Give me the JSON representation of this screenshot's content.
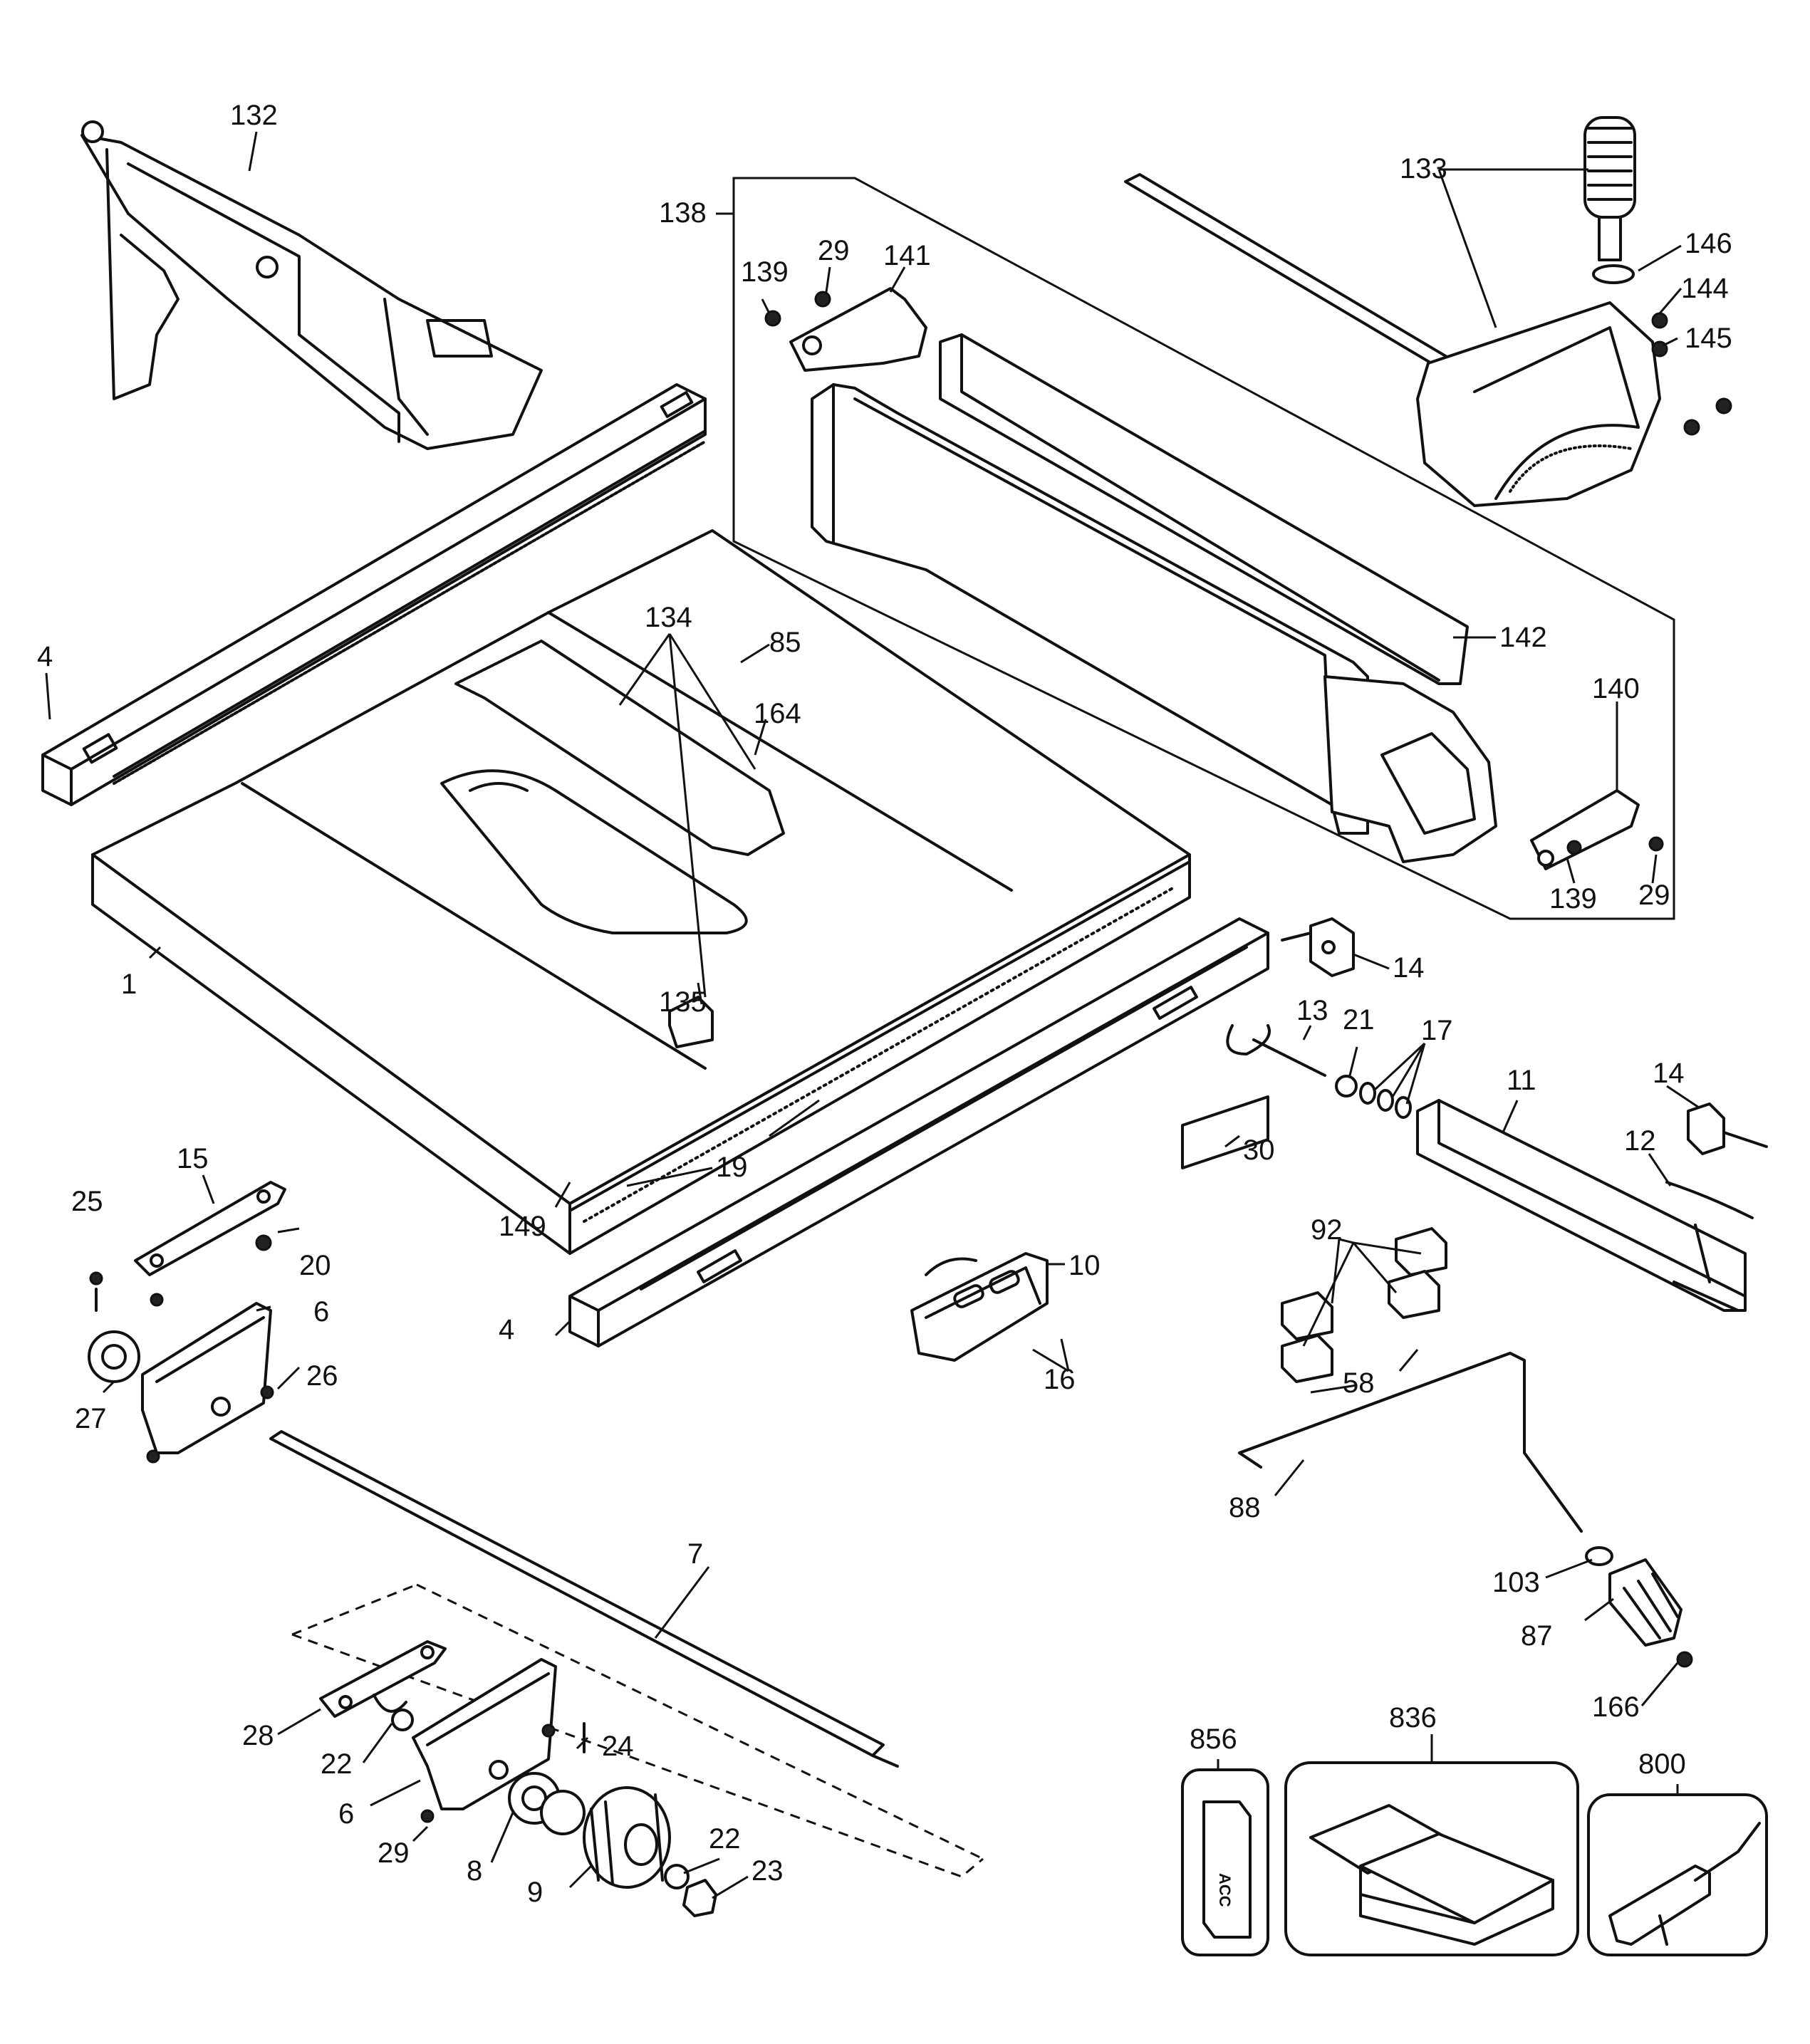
{
  "callouts": [
    {
      "id": "132",
      "label": "132"
    },
    {
      "id": "138",
      "label": "138"
    },
    {
      "id": "139a",
      "label": "139"
    },
    {
      "id": "29a",
      "label": "29"
    },
    {
      "id": "141",
      "label": "141"
    },
    {
      "id": "133",
      "label": "133"
    },
    {
      "id": "146",
      "label": "146"
    },
    {
      "id": "144",
      "label": "144"
    },
    {
      "id": "145",
      "label": "145"
    },
    {
      "id": "134",
      "label": "134"
    },
    {
      "id": "85",
      "label": "85"
    },
    {
      "id": "164",
      "label": "164"
    },
    {
      "id": "142",
      "label": "142"
    },
    {
      "id": "140",
      "label": "140"
    },
    {
      "id": "4a",
      "label": "4"
    },
    {
      "id": "139b",
      "label": "139"
    },
    {
      "id": "29b",
      "label": "29"
    },
    {
      "id": "1",
      "label": "1"
    },
    {
      "id": "135",
      "label": "135"
    },
    {
      "id": "14a",
      "label": "14"
    },
    {
      "id": "13",
      "label": "13"
    },
    {
      "id": "21",
      "label": "21"
    },
    {
      "id": "17",
      "label": "17"
    },
    {
      "id": "11",
      "label": "11"
    },
    {
      "id": "14b",
      "label": "14"
    },
    {
      "id": "19",
      "label": "19"
    },
    {
      "id": "30",
      "label": "30"
    },
    {
      "id": "12",
      "label": "12"
    },
    {
      "id": "15",
      "label": "15"
    },
    {
      "id": "149",
      "label": "149"
    },
    {
      "id": "25",
      "label": "25"
    },
    {
      "id": "20",
      "label": "20"
    },
    {
      "id": "92",
      "label": "92"
    },
    {
      "id": "10",
      "label": "10"
    },
    {
      "id": "6a",
      "label": "6"
    },
    {
      "id": "4b",
      "label": "4"
    },
    {
      "id": "26",
      "label": "26"
    },
    {
      "id": "16",
      "label": "16"
    },
    {
      "id": "58",
      "label": "58"
    },
    {
      "id": "27",
      "label": "27"
    },
    {
      "id": "88",
      "label": "88"
    },
    {
      "id": "7",
      "label": "7"
    },
    {
      "id": "103",
      "label": "103"
    },
    {
      "id": "87",
      "label": "87"
    },
    {
      "id": "28",
      "label": "28"
    },
    {
      "id": "24",
      "label": "24"
    },
    {
      "id": "22a",
      "label": "22"
    },
    {
      "id": "6b",
      "label": "6"
    },
    {
      "id": "166",
      "label": "166"
    },
    {
      "id": "856",
      "label": "856"
    },
    {
      "id": "836",
      "label": "836"
    },
    {
      "id": "800",
      "label": "800"
    },
    {
      "id": "29c",
      "label": "29"
    },
    {
      "id": "8",
      "label": "8"
    },
    {
      "id": "22b",
      "label": "22"
    },
    {
      "id": "9",
      "label": "9"
    },
    {
      "id": "23",
      "label": "23"
    }
  ],
  "accessory_tag": "ACC"
}
